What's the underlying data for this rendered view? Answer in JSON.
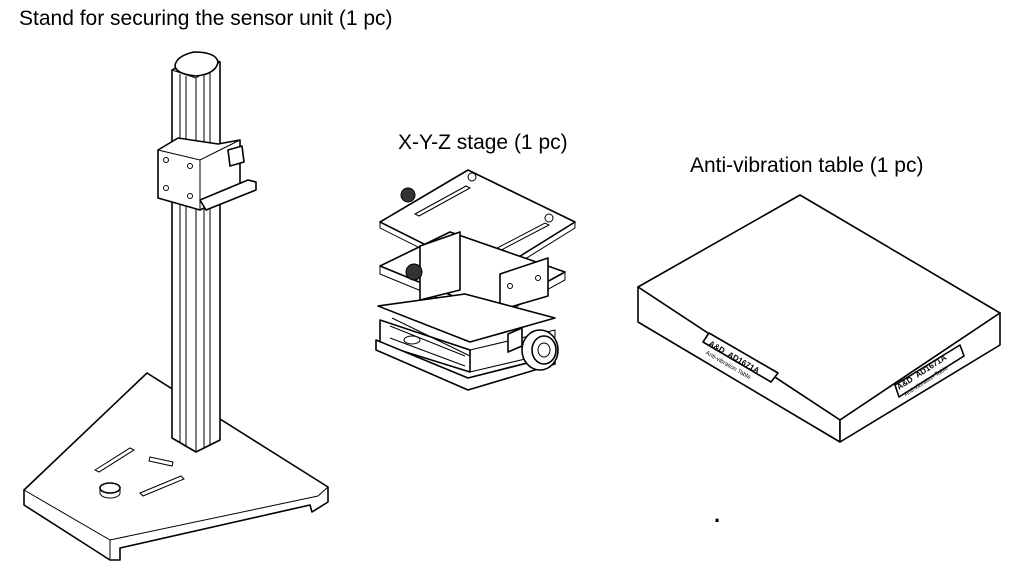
{
  "captions": {
    "stand": "Stand for securing the sensor unit (1 pc)",
    "xyz_stage": "X-Y-Z stage (1 pc)",
    "anti_vibration_table": "Anti-vibration table (1 pc)"
  },
  "table_labels": {
    "brand": "A&D",
    "model": "AD1671A",
    "subtitle": "Anti-vibration Table"
  },
  "stray_mark": "."
}
